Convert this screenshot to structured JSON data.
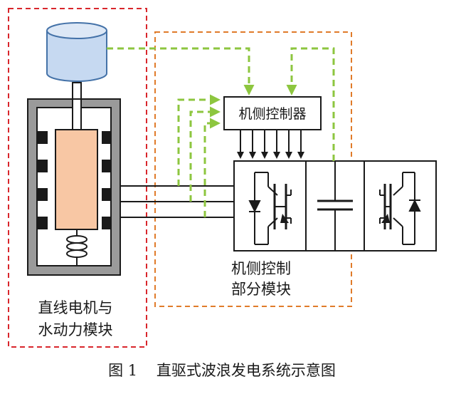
{
  "labels": {
    "controller": "机侧控制器",
    "control_module_line1": "机侧控制",
    "control_module_line2": "部分模块",
    "motor_module_line1": "直线电机与",
    "motor_module_line2": "水动力模块",
    "caption": "图 1    直驱式波浪发电系统示意图"
  },
  "colors": {
    "red_dash": "#d9262c",
    "orange_dash": "#e07b2a",
    "green_signal": "#8dc63f",
    "buoy_fill": "#c6d9f1",
    "buoy_stroke": "#4472a8",
    "frame_gray": "#9a9a9a",
    "mover_fill": "#f8c7a4",
    "mover_stroke": "#c8855a",
    "dark": "#1a1a1a"
  }
}
